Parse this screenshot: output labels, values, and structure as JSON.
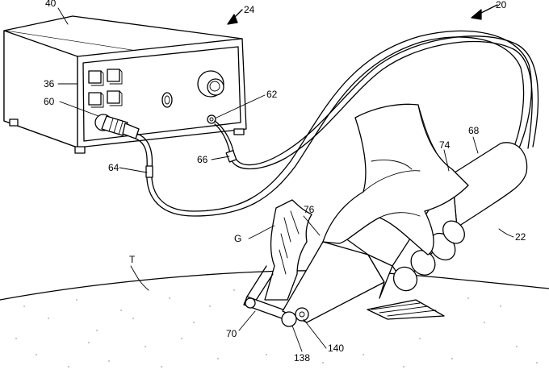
{
  "figure": {
    "reference_labels": {
      "console": "40",
      "system": "20",
      "console_assembly": "24",
      "buttons": "36",
      "connector_left": "60",
      "connector_right": "62",
      "cable_left": "64",
      "cable_right": "66",
      "handpiece_body": "68",
      "handpiece_shaft": "74",
      "handpiece_assembly": "22",
      "blade_head": "76",
      "gripper": "G",
      "tissue": "T",
      "tip": "70",
      "roller": "138",
      "roller_cap": "140"
    }
  }
}
